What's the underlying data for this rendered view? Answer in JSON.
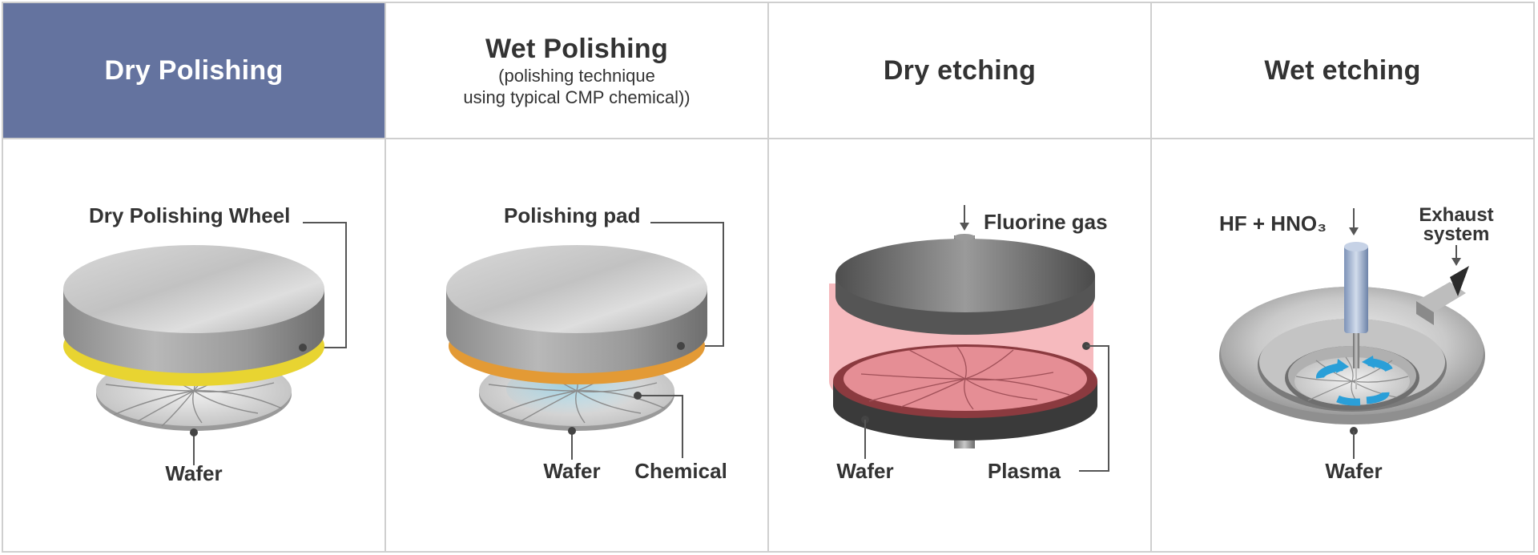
{
  "columns": [
    {
      "title": "Dry Polishing",
      "subtitle": "",
      "active": true,
      "labels": {
        "tool": "Dry Polishing Wheel",
        "wafer": "Wafer"
      }
    },
    {
      "title": "Wet Polishing",
      "subtitle": "(polishing technique\nusing typical CMP chemical))",
      "active": false,
      "labels": {
        "tool": "Polishing pad",
        "wafer": "Wafer",
        "chemical": "Chemical"
      }
    },
    {
      "title": "Dry etching",
      "subtitle": "",
      "active": false,
      "labels": {
        "gas": "Fluorine gas",
        "wafer": "Wafer",
        "plasma": "Plasma"
      }
    },
    {
      "title": "Wet etching",
      "subtitle": "",
      "active": false,
      "labels": {
        "acid": "HF + HNO₃",
        "exhaust_line1": "Exhaust",
        "exhaust_line2": "system",
        "wafer": "Wafer"
      }
    }
  ],
  "colors": {
    "header_active": "#64739f",
    "border": "#cfcfcf",
    "dry_wheel_band": "#e8d431",
    "wet_pad_band": "#e39a35",
    "plasma": "#f3a3a8",
    "flow_arrow": "#2a9fd8"
  }
}
